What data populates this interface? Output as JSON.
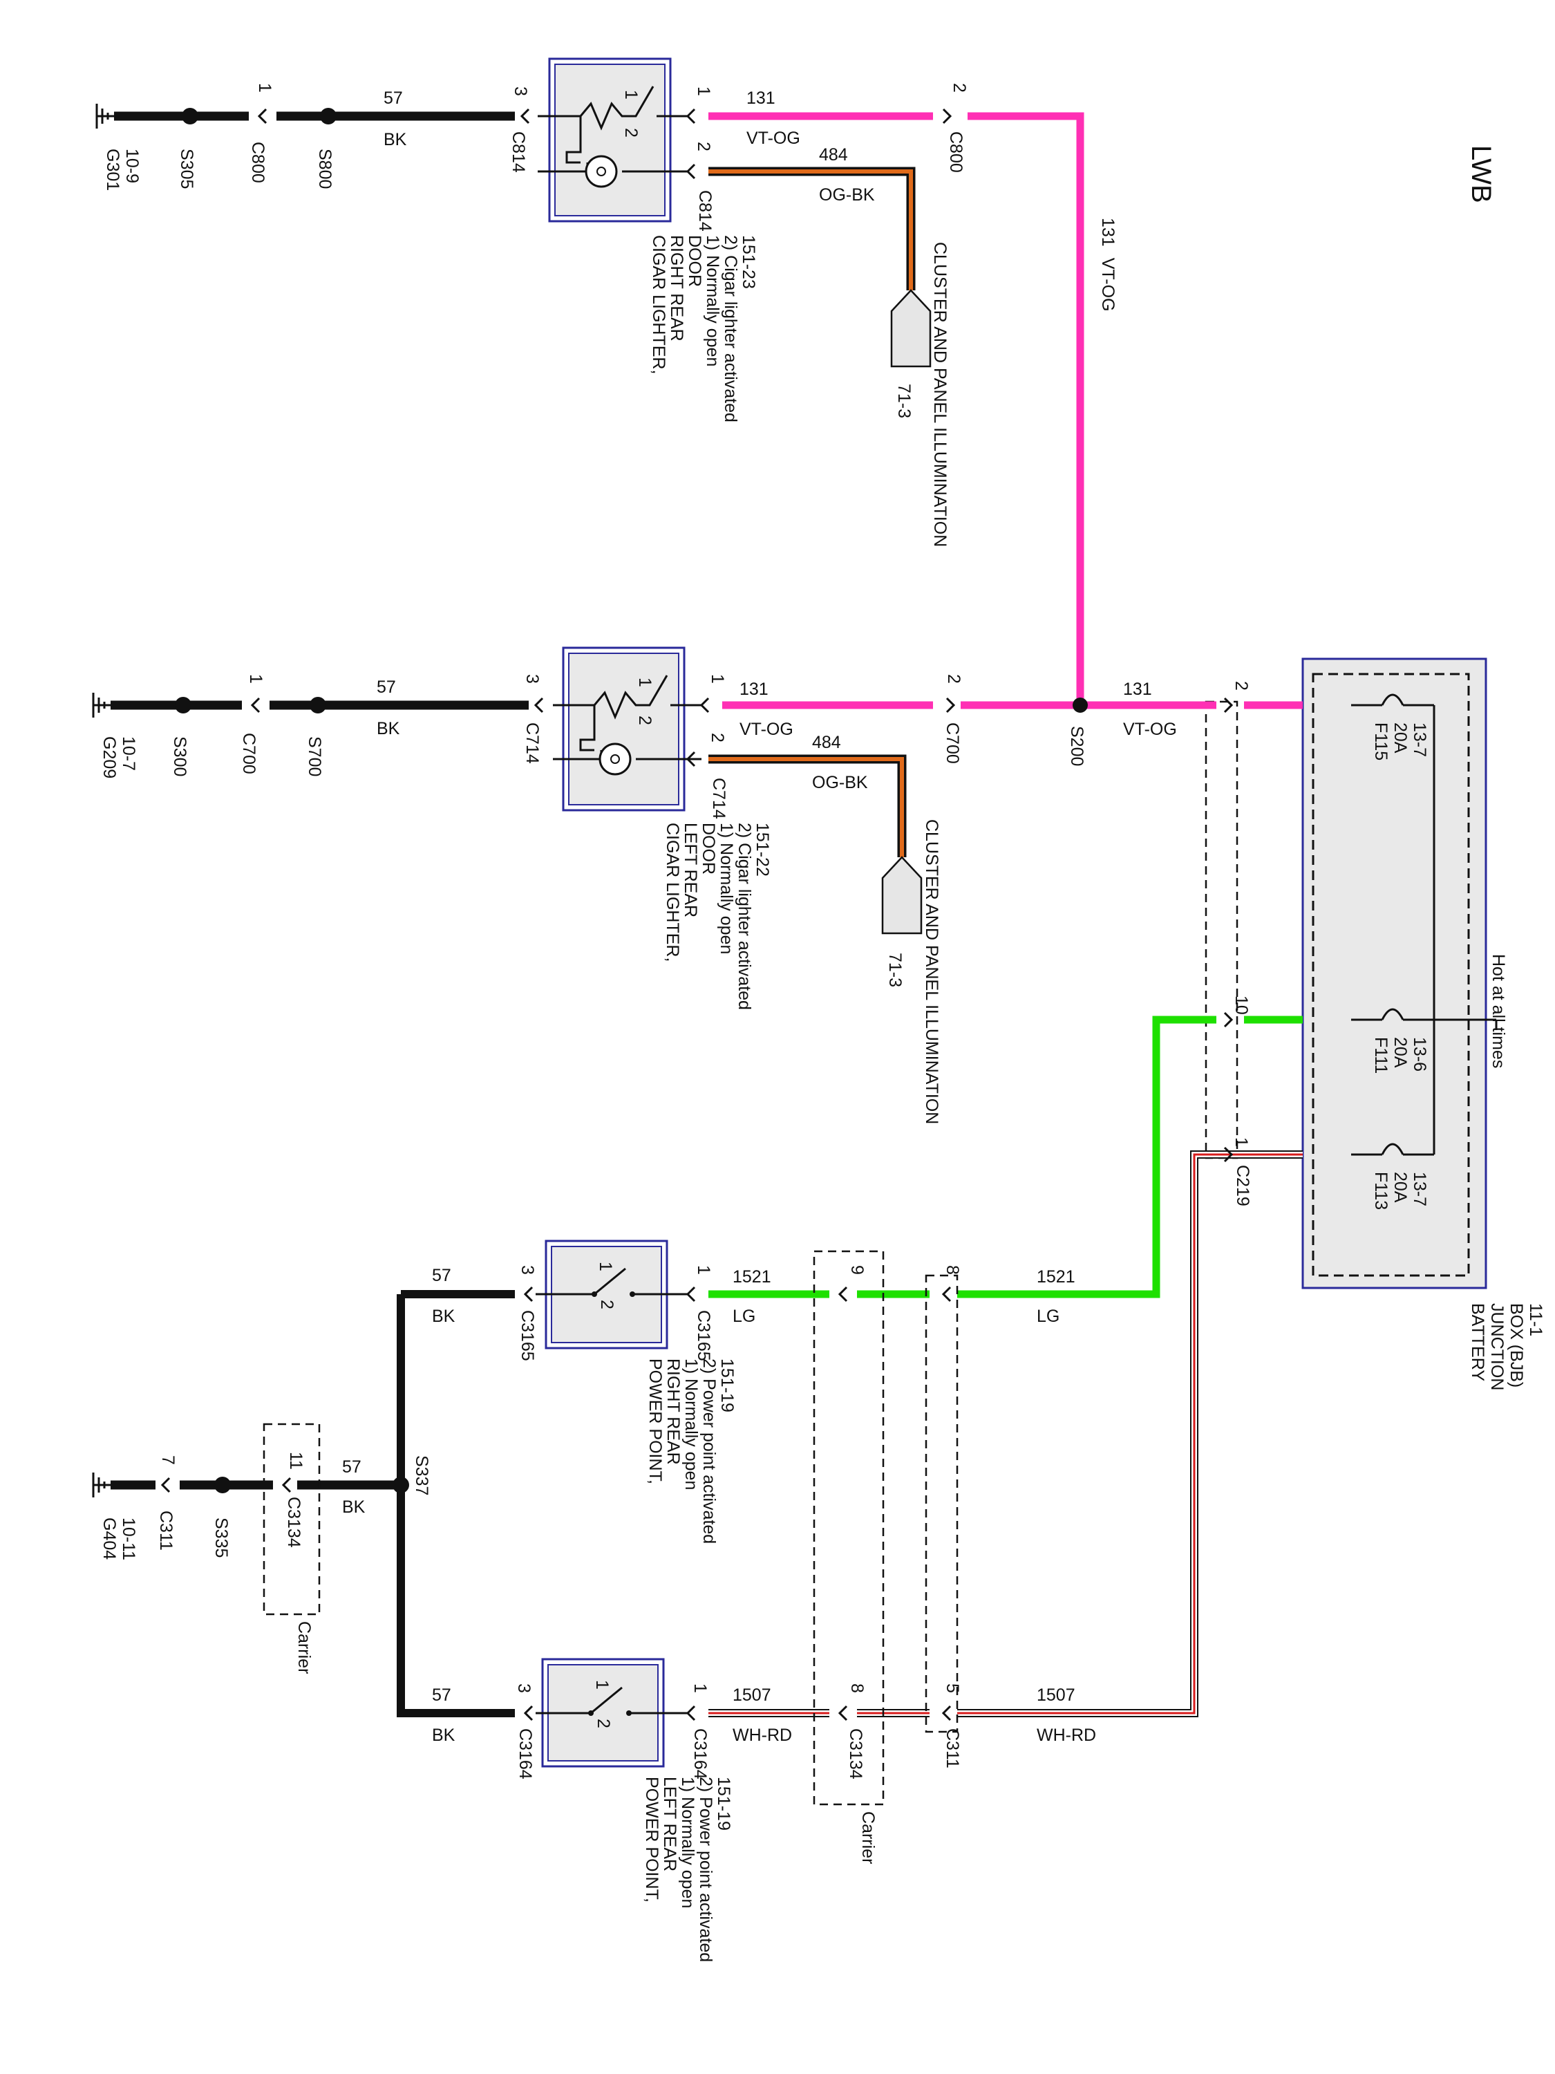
{
  "title": "LWB",
  "hot_label": "Hot at all times",
  "bjb": {
    "lines": [
      "BATTERY",
      "JUNCTION",
      "BOX (BJB)",
      "11-1"
    ],
    "fuses": [
      {
        "id": "F115",
        "rating": "20A",
        "ref": "13-7"
      },
      {
        "id": "F111",
        "rating": "20A",
        "ref": "13-6"
      },
      {
        "id": "F113",
        "rating": "20A",
        "ref": "13-7"
      }
    ],
    "connector": "C219",
    "pins": [
      "2",
      "10",
      "1"
    ]
  },
  "components": {
    "cigar_rr": [
      "CIGAR LIGHTER,",
      "RIGHT REAR",
      "DOOR",
      "1) Normally open",
      "2) Cigar lighter activated",
      "151-23"
    ],
    "cigar_lr": [
      "CIGAR LIGHTER,",
      "LEFT REAR",
      "DOOR",
      "1) Normally open",
      "2) Cigar lighter activated",
      "151-22"
    ],
    "power_rr": [
      "POWER POINT,",
      "RIGHT REAR",
      "1) Normally open",
      "2) Power point activated",
      "151-19"
    ],
    "power_lr": [
      "POWER POINT,",
      "LEFT REAR",
      "1) Normally open",
      "2) Power point activated",
      "151-19"
    ]
  },
  "cluster_label": "CLUSTER AND PANEL ILLUMINATION",
  "cluster_ref": "71-3",
  "carrier_label": "Carrier",
  "wires": {
    "w131": {
      "num": "131",
      "color": "VT-OG"
    },
    "w484": {
      "num": "484",
      "color": "OG-BK"
    },
    "w57": {
      "num": "57",
      "color": "BK"
    },
    "w1521": {
      "num": "1521",
      "color": "LG"
    },
    "w1507": {
      "num": "1507",
      "color": "WH-RD"
    }
  },
  "labels": {
    "c814": "C814",
    "c800": "C800",
    "s800": "S800",
    "s305": "S305",
    "g301": [
      "G301",
      "10-9"
    ],
    "c714": "C714",
    "c700": "C700",
    "s700": "S700",
    "s300": "S300",
    "g209": [
      "G209",
      "10-7"
    ],
    "s200": "S200",
    "c3165": "C3165",
    "c3164": "C3164",
    "c3134": "C3134",
    "c311": "C311",
    "s337": "S337",
    "s335": "S335",
    "g404": [
      "G404",
      "10-11"
    ]
  },
  "pins": {
    "p1": "1",
    "p2": "2",
    "p3": "3",
    "p5": "5",
    "p7": "7",
    "p8": "8",
    "p9": "9",
    "p10": "10",
    "p11": "11"
  },
  "colors": {
    "vt_og": "#ff2fb4",
    "lg": "#1ee000",
    "og_bk": "#e06a1a",
    "wh_rd": "#d81c1c",
    "frame": "#2a2a9a",
    "box_fill": "#e9e9e9"
  }
}
